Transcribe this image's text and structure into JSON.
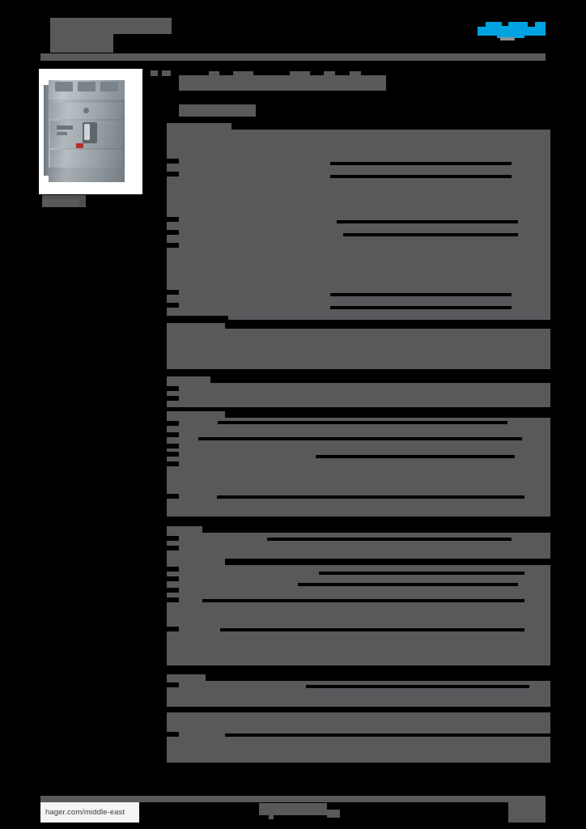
{
  "document": {
    "kind": "product-datasheet-page",
    "brand": "hager",
    "brand_color": "#00a3e0",
    "redaction_color": "#58595b",
    "page_background": "#000000",
    "header": {
      "title_redacted": true,
      "subtitle_redacted": true,
      "logo_name": "hager",
      "rule_visible": true
    },
    "figure": {
      "caption_redacted": true,
      "alt": "moulded case circuit breaker, 3-pole, grey housing with black toggle handle and red trip flag"
    },
    "title_block": {
      "title_redacted": true,
      "subtitle_redacted": true
    },
    "sections": [
      {
        "id": "section-1",
        "heading_redacted": true,
        "rows": 14
      },
      {
        "id": "section-2",
        "heading_redacted": true,
        "rows": 2
      },
      {
        "id": "section-3",
        "heading_redacted": true,
        "rows": 8
      },
      {
        "id": "section-4",
        "heading_redacted": true,
        "rows": 2
      },
      {
        "id": "section-5",
        "heading_redacted": true,
        "rows": 10
      },
      {
        "id": "section-6",
        "heading_redacted": true,
        "rows": 3
      },
      {
        "id": "section-7",
        "heading_redacted": true,
        "rows": 4
      }
    ],
    "footer": {
      "url": "hager.com/middle-east",
      "center_redacted": true,
      "right_redacted": true,
      "rule_visible": true
    }
  }
}
